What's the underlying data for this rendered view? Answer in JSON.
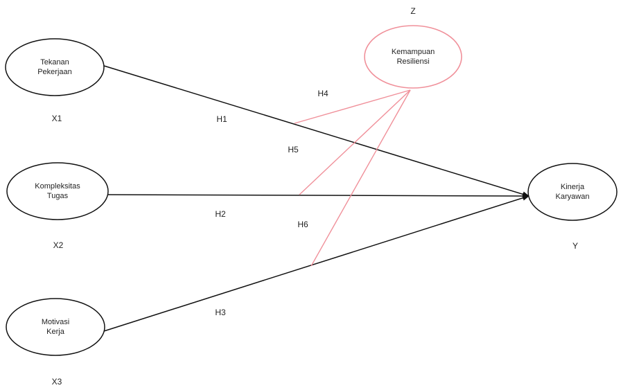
{
  "colors": {
    "main_stroke": "#111111",
    "moderator_stroke": "#f0909a",
    "text": "#222222",
    "background": "#ffffff"
  },
  "nodes": {
    "x1": {
      "line1": "Tekanan",
      "line2": "Pekerjaan",
      "code": "X1"
    },
    "x2": {
      "line1": "Kompleksitas",
      "line2": "Tugas",
      "code": "X2"
    },
    "x3": {
      "line1": "Motivasi",
      "line2": "Kerja",
      "code": "X3"
    },
    "z": {
      "line1": "Kemampuan",
      "line2": "Resiliensi",
      "code": "Z"
    },
    "y": {
      "line1": "Kinerja",
      "line2": "Karyawan",
      "code": "Y"
    }
  },
  "hypotheses": {
    "h1": "H1",
    "h2": "H2",
    "h3": "H3",
    "h4": "H4",
    "h5": "H5",
    "h6": "H6"
  }
}
